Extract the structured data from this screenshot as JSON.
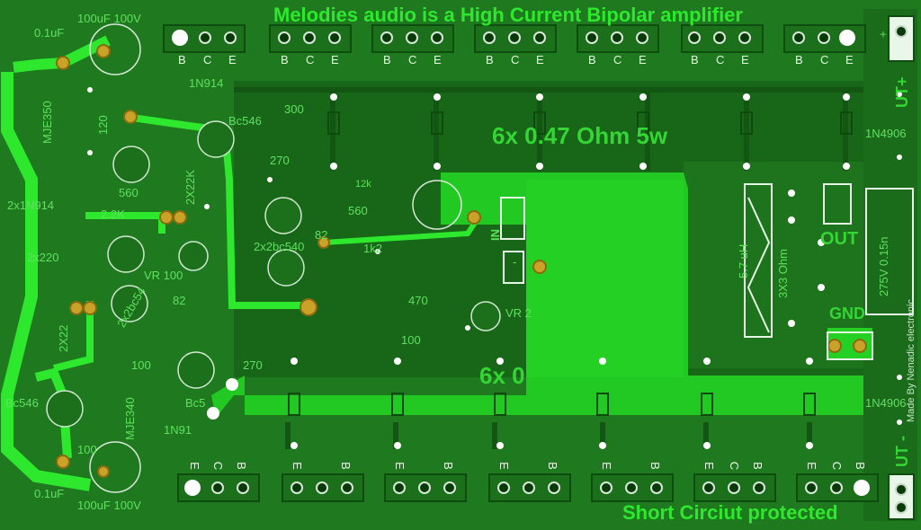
{
  "title": "Melodies audio is a  High Current Bipolar amplifier",
  "footer": "Short Circiut protected",
  "emitter_resistors": "6x 0.47 Ohm 5w",
  "emitter_resistors_partial": "6x 0",
  "pins_top": [
    "B",
    "C",
    "E"
  ],
  "pins_bottom": [
    "E",
    "C",
    "B"
  ],
  "components": {
    "cap_top": "100uF 100V",
    "cap_bottom": "100uF 100V",
    "c01_top": "0.1uF",
    "c01_bottom": "0.1uF",
    "mje350": "MJE350",
    "mje340": "MJE340",
    "r120": "120",
    "r100": "100",
    "r300": "300",
    "r270a": "270",
    "r270b": "270",
    "r12k": "12k",
    "r560a": "560",
    "r560b": "560",
    "r1k2": "1k2",
    "r470": "470",
    "r100b": "100",
    "r100c": "100",
    "r82a": "82",
    "r82b": "82",
    "r2k2": "2.2K",
    "r2x220": "2x220",
    "r2x22k_a": "2X22K",
    "r2x22k_b": "2X22",
    "vr100": "VR 100",
    "vr2": "VR 2",
    "diode1": "1N914",
    "diode2": "1N91",
    "diode2x": "2x1N914",
    "n4906a": "1N4906",
    "n4906b": "1N4906",
    "bc546a": "Bc546",
    "bc546b": "Bc546",
    "bc5": "Bc5",
    "bc2x": "2x2bc540",
    "bc2x2": "2x2bc54",
    "uh": "5.7 uH",
    "r3x3": "3X3 Ohm",
    "cap275": "275V 0.15n",
    "made_by": "Made By Nenadic electronic",
    "in": "IN",
    "out": "OUT",
    "gnd": "GND",
    "vplus": "UT+",
    "vminus": "UT -",
    "plus_sign": "+",
    "minus_sign": "-"
  },
  "colors": {
    "board": "#1f7a1f",
    "copper": "#1a6b1a",
    "trace": "#2fd52f",
    "silk": "#5fe05f",
    "pad": "#c9a227"
  }
}
